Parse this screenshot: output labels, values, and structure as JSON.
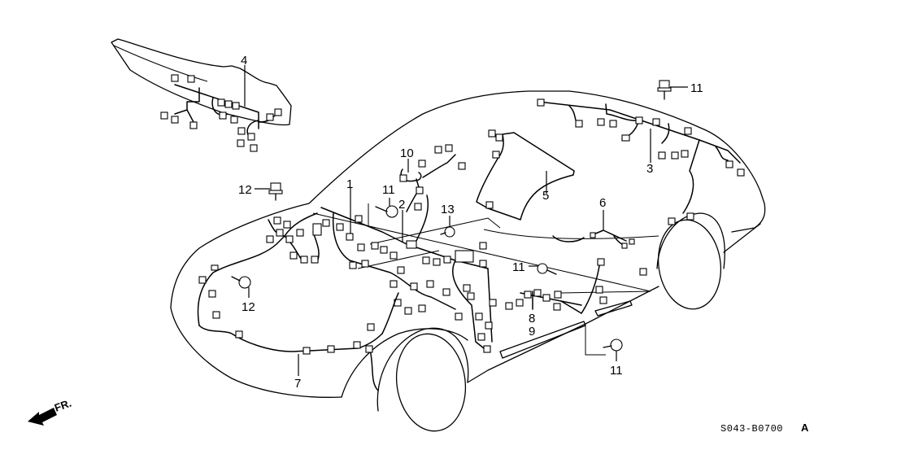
{
  "diagram": {
    "type": "parts-exploded-view",
    "subject": "wire harness",
    "diagram_code": "S043-B0700",
    "revision": "A",
    "direction_indicator": {
      "icon": "front-arrow-icon",
      "label": "FR."
    },
    "colors": {
      "line": "#000000",
      "background": "#ffffff"
    },
    "callouts": [
      {
        "id": "1",
        "label": "1"
      },
      {
        "id": "2",
        "label": "2"
      },
      {
        "id": "3",
        "label": "3"
      },
      {
        "id": "4",
        "label": "4"
      },
      {
        "id": "5",
        "label": "5"
      },
      {
        "id": "6",
        "label": "6"
      },
      {
        "id": "7",
        "label": "7"
      },
      {
        "id": "8",
        "label": "8"
      },
      {
        "id": "9",
        "label": "9"
      },
      {
        "id": "10",
        "label": "10"
      },
      {
        "id": "11a",
        "label": "11"
      },
      {
        "id": "11b",
        "label": "11"
      },
      {
        "id": "11c",
        "label": "11"
      },
      {
        "id": "11d",
        "label": "11"
      },
      {
        "id": "12a",
        "label": "12"
      },
      {
        "id": "12b",
        "label": "12"
      },
      {
        "id": "13",
        "label": "13"
      }
    ]
  }
}
